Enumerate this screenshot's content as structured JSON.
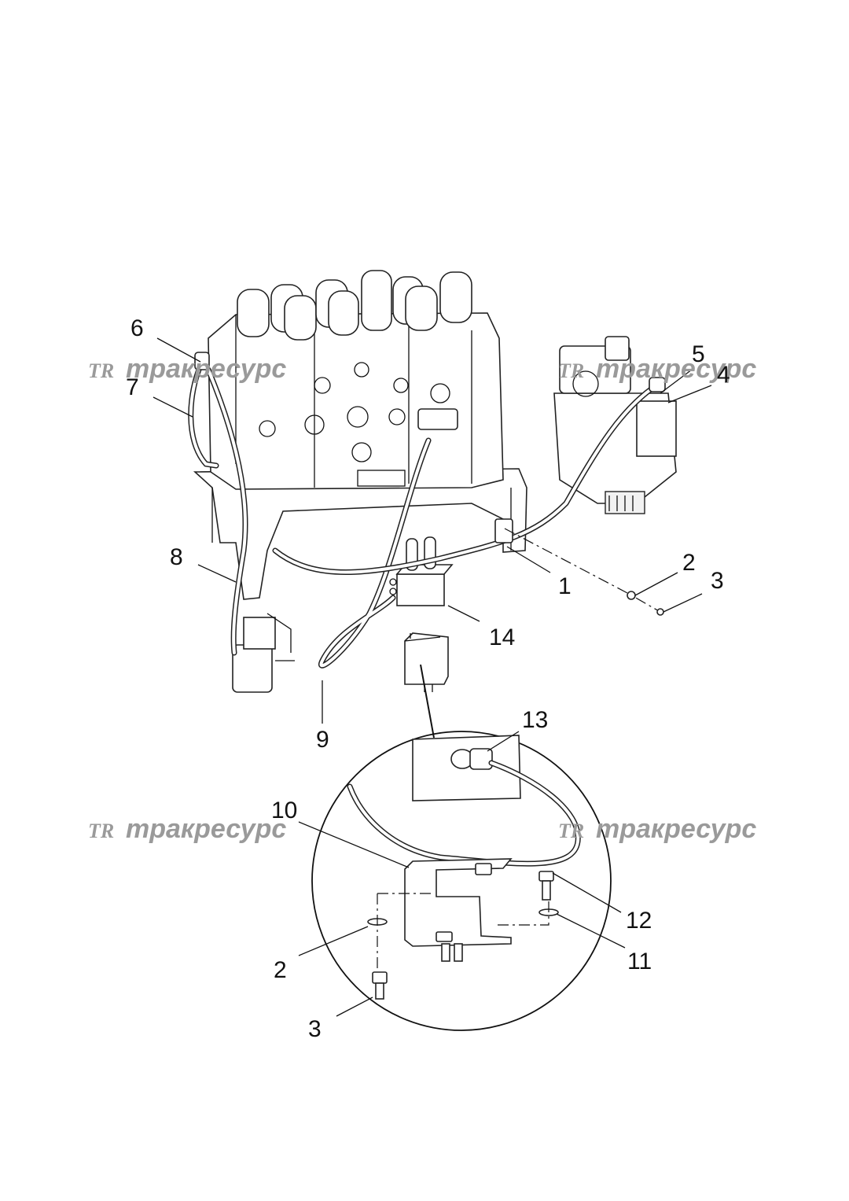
{
  "watermark": {
    "logo": "TR",
    "text": "тракресурс",
    "color": "#9a9a9a"
  },
  "callouts": [
    {
      "id": "c1",
      "text": "1"
    },
    {
      "id": "c2a",
      "text": "2"
    },
    {
      "id": "c3a",
      "text": "3"
    },
    {
      "id": "c4",
      "text": "4"
    },
    {
      "id": "c5",
      "text": "5"
    },
    {
      "id": "c6",
      "text": "6"
    },
    {
      "id": "c7",
      "text": "7"
    },
    {
      "id": "c8",
      "text": "8"
    },
    {
      "id": "c9",
      "text": "9"
    },
    {
      "id": "c10",
      "text": "10"
    },
    {
      "id": "c11",
      "text": "11"
    },
    {
      "id": "c12",
      "text": "12"
    },
    {
      "id": "c13",
      "text": "13"
    },
    {
      "id": "c14",
      "text": "14"
    },
    {
      "id": "c2b",
      "text": "2"
    },
    {
      "id": "c3b",
      "text": "3"
    }
  ]
}
